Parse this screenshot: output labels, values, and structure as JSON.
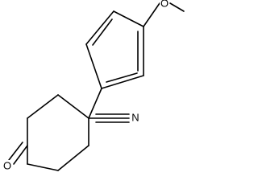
{
  "structure": {
    "atoms": {
      "methoxy_oxygen": "O",
      "carbonyl_oxygen": "O",
      "nitrile_nitrogen": "N"
    }
  },
  "colors": {
    "background": "#ffffff",
    "bond": "#000000",
    "text": "#000000"
  }
}
